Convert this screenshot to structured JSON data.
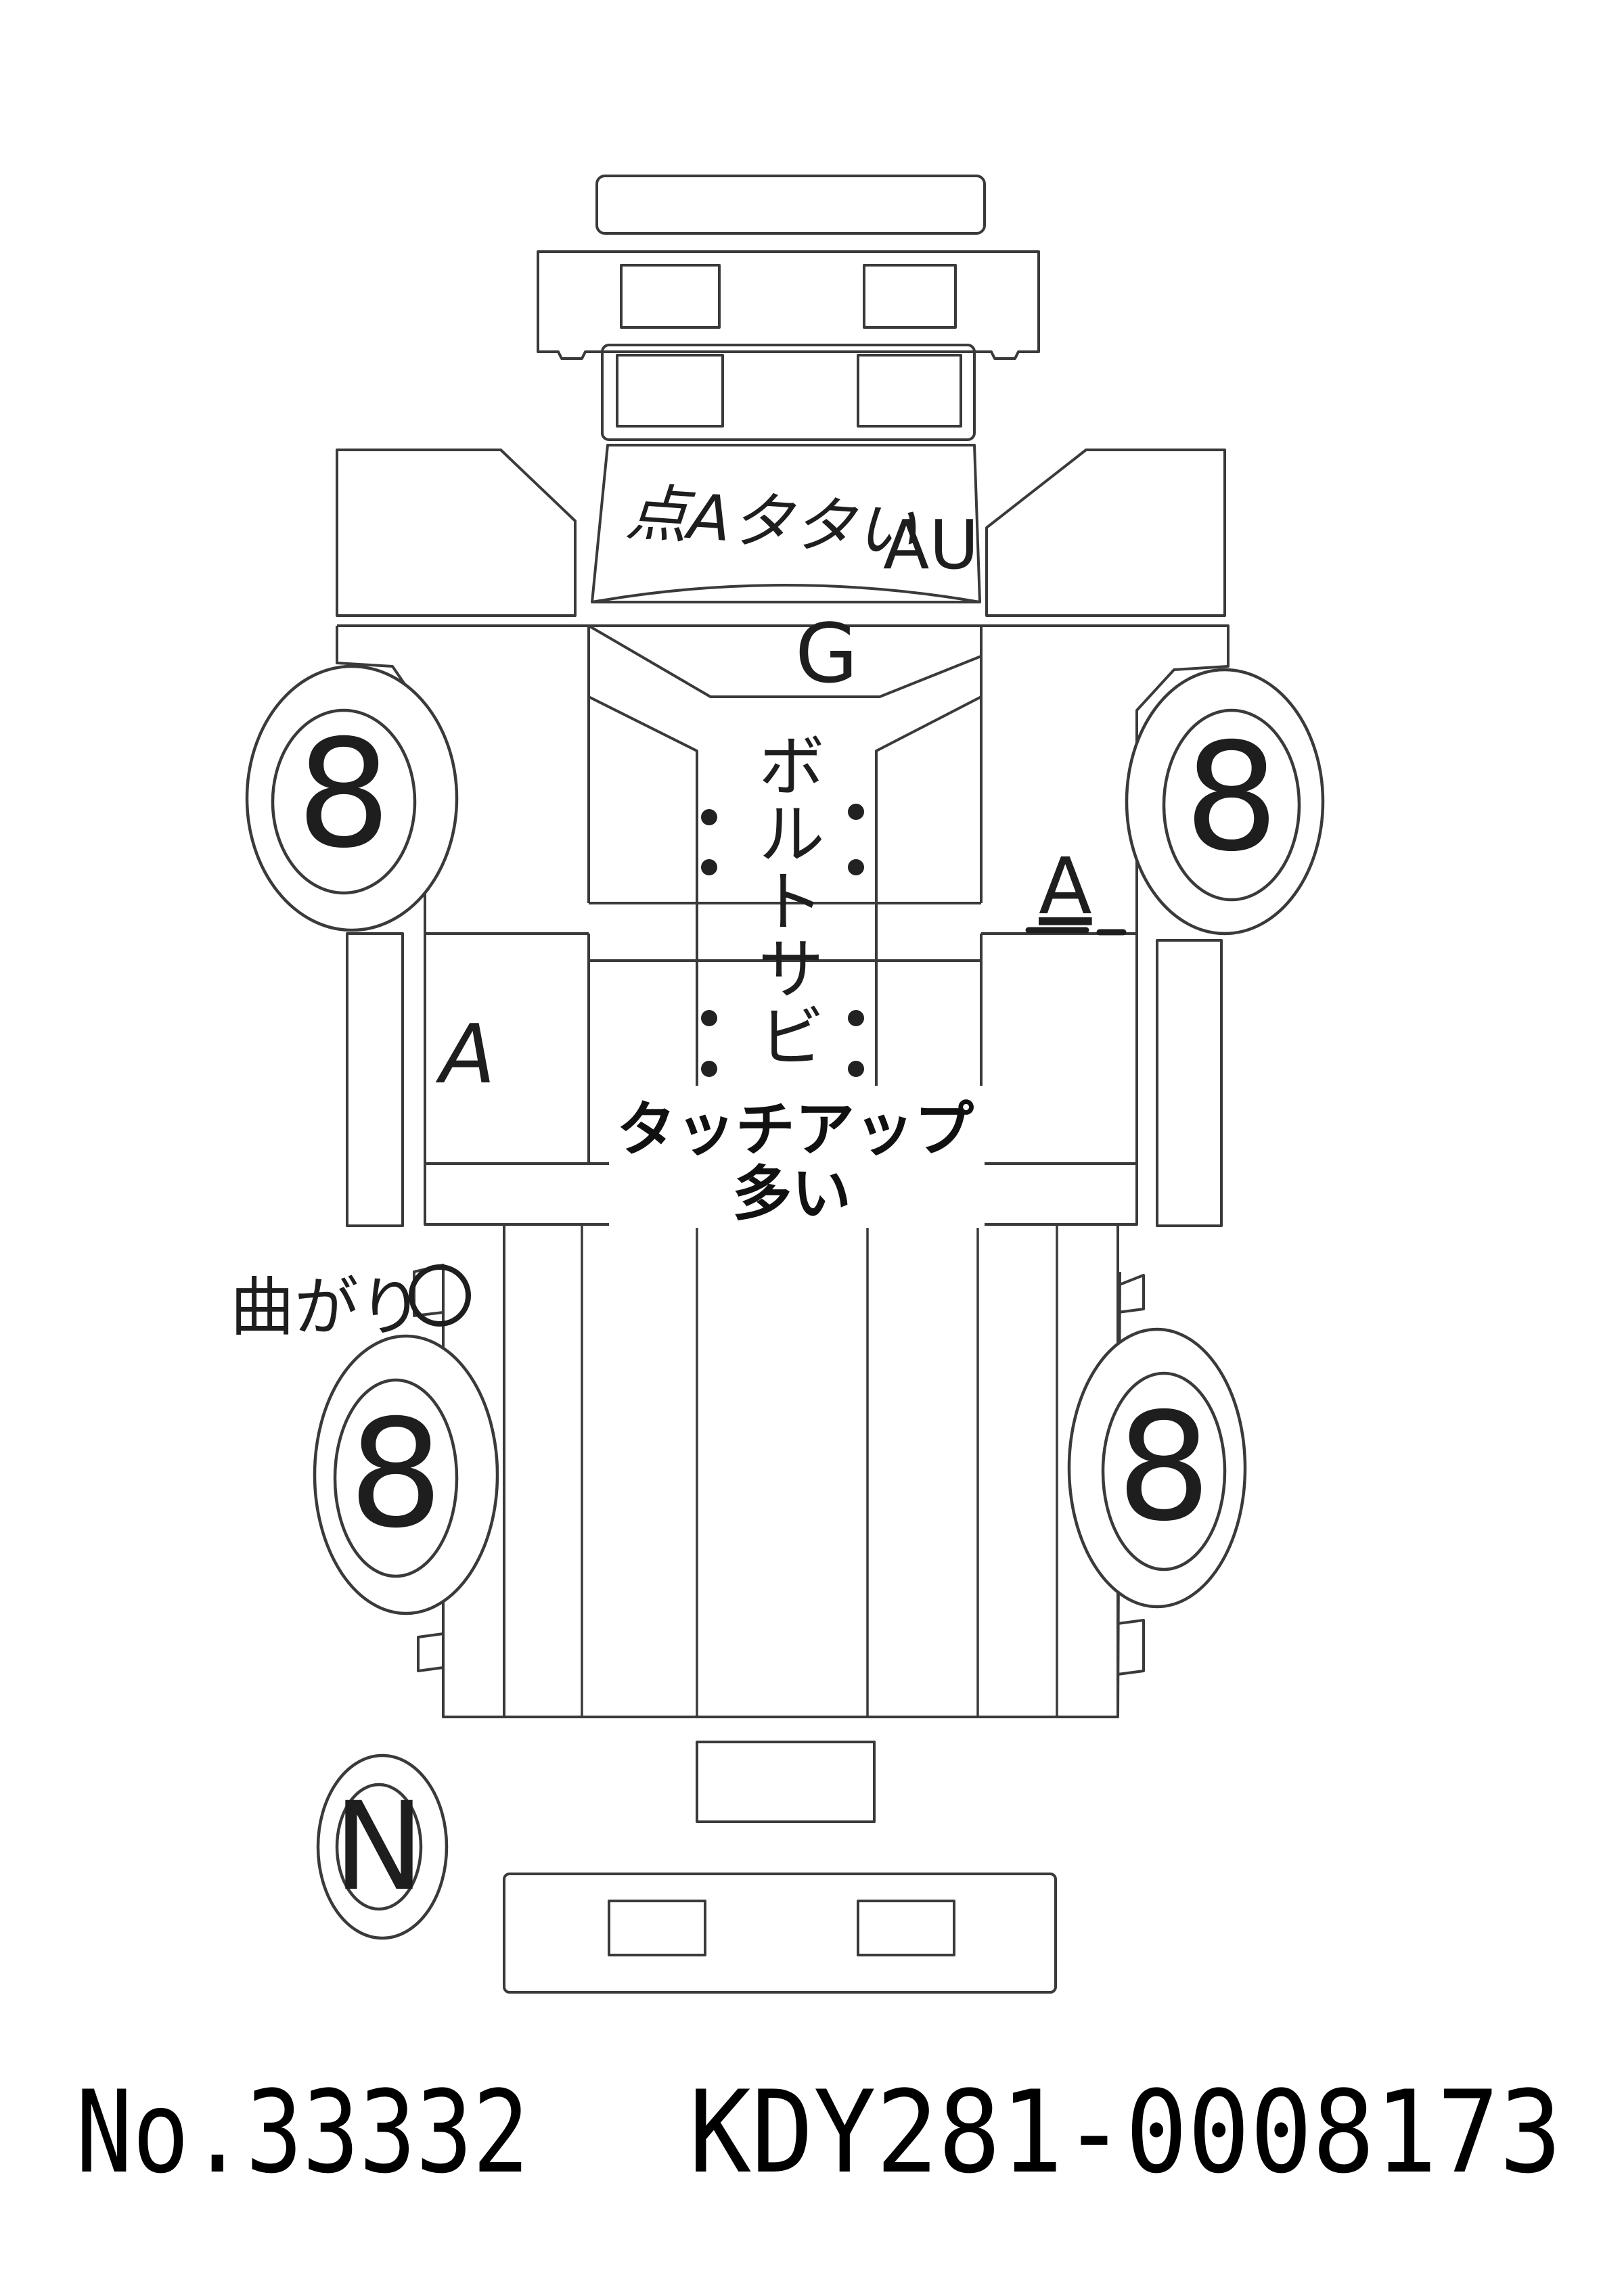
{
  "annotations": {
    "hood_note": "点Aタタい",
    "hood_right": "AU",
    "cowl_mark": "G",
    "frame_note": "ボルトサビ",
    "right_door_mark": "A",
    "left_door_mark": "A",
    "touchup_line1": "タッチアップ",
    "touchup_line2": "多い",
    "left_rear_note": "曲がり"
  },
  "wheels": {
    "front_left": "8",
    "front_right": "8",
    "rear_left": "8",
    "rear_right": "8",
    "spare": "N"
  },
  "footer": {
    "stock_number": "No.33332",
    "chassis_number": "KDY281-0008173"
  }
}
